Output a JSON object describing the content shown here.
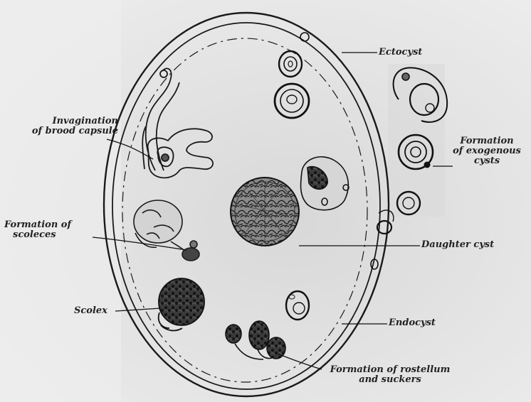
{
  "diagram": {
    "labels": {
      "ectocyst": "Ectocyst",
      "invagination_line1": "Invagination",
      "invagination_line2": "of brood capsule",
      "exogenous_line1": "Formation",
      "exogenous_line2": "of exogenous",
      "exogenous_line3": "cysts",
      "scoleces_line1": "Formation of",
      "scoleces_line2": "scoleces",
      "daughter_cyst": "Daughter cyst",
      "scolex": "Scolex",
      "endocyst": "Endocyst",
      "rostellum_line1": "Formation of rostellum",
      "rostellum_line2": "and suckers"
    }
  }
}
